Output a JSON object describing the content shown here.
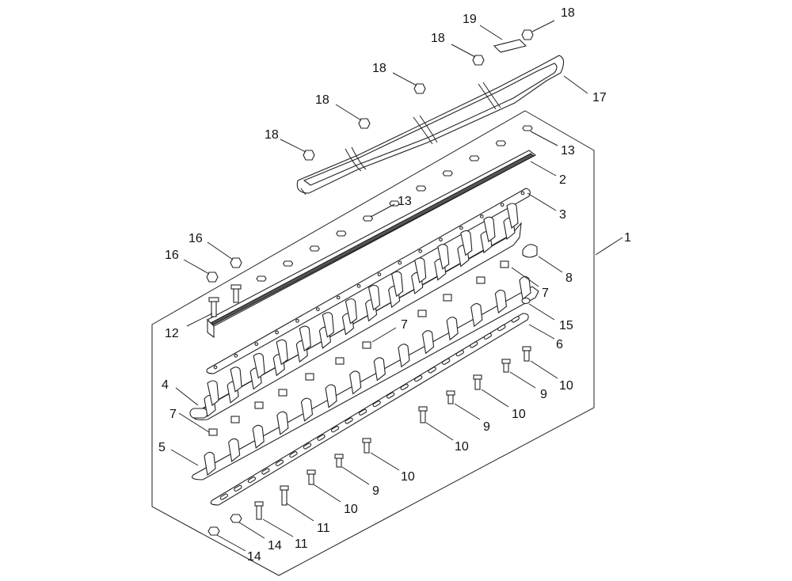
{
  "diagram": {
    "type": "exploded-parts-view",
    "callouts": [
      {
        "id": "c18a",
        "text": "18"
      },
      {
        "id": "c19",
        "text": "19"
      },
      {
        "id": "c18b",
        "text": "18"
      },
      {
        "id": "c18c",
        "text": "18"
      },
      {
        "id": "c18d",
        "text": "18"
      },
      {
        "id": "c18e",
        "text": "18"
      },
      {
        "id": "c17",
        "text": "17"
      },
      {
        "id": "c13a",
        "text": "13"
      },
      {
        "id": "c2",
        "text": "2"
      },
      {
        "id": "c13b",
        "text": "13"
      },
      {
        "id": "c3",
        "text": "3"
      },
      {
        "id": "c1",
        "text": "1"
      },
      {
        "id": "c16a",
        "text": "16"
      },
      {
        "id": "c16b",
        "text": "16"
      },
      {
        "id": "c8",
        "text": "8"
      },
      {
        "id": "c7a",
        "text": "7"
      },
      {
        "id": "c12",
        "text": "12"
      },
      {
        "id": "c7b",
        "text": "7"
      },
      {
        "id": "c15",
        "text": "15"
      },
      {
        "id": "c6",
        "text": "6"
      },
      {
        "id": "c10a",
        "text": "10"
      },
      {
        "id": "c9a",
        "text": "9"
      },
      {
        "id": "c4",
        "text": "4"
      },
      {
        "id": "c10b",
        "text": "10"
      },
      {
        "id": "c7c",
        "text": "7"
      },
      {
        "id": "c9b",
        "text": "9"
      },
      {
        "id": "c5",
        "text": "5"
      },
      {
        "id": "c10c",
        "text": "10"
      },
      {
        "id": "c10d",
        "text": "10"
      },
      {
        "id": "c9c",
        "text": "9"
      },
      {
        "id": "c10e",
        "text": "10"
      },
      {
        "id": "c11a",
        "text": "11"
      },
      {
        "id": "c14a",
        "text": "14"
      },
      {
        "id": "c11b",
        "text": "11"
      },
      {
        "id": "c14b",
        "text": "14"
      }
    ]
  }
}
